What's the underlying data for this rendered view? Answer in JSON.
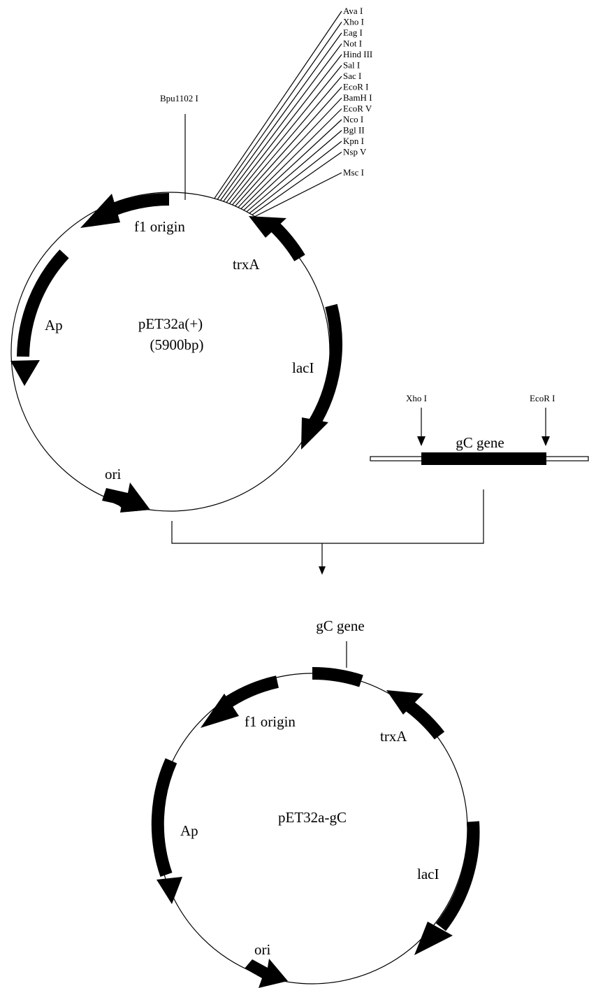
{
  "vector": {
    "name": "pET32a(+)",
    "size": "(5900bp)",
    "features": {
      "f1": "f1 origin",
      "trxA": "trxA",
      "Ap": "Ap",
      "lacI": "lacI",
      "ori": "ori"
    },
    "bpu_site": "Bpu1102 I",
    "mcs_sites": [
      "Ava I",
      "Xho I",
      "Eag I",
      "Not I",
      "Hind III",
      "Sal I",
      "Sac I",
      "EcoR I",
      "BamH I",
      "EcoR V",
      "Nco I",
      "Bgl II",
      "Kpn I",
      "Nsp V",
      "Msc I"
    ]
  },
  "insert": {
    "label": "gC gene",
    "left_site": "Xho I",
    "right_site": "EcoR I"
  },
  "product": {
    "name": "pET32a-gC",
    "insert_label": "gC gene",
    "features": {
      "f1": "f1 origin",
      "trxA": "trxA",
      "Ap": "Ap",
      "lacI": "lacI",
      "ori": "ori"
    }
  },
  "colors": {
    "ink": "#000000",
    "background": "#ffffff"
  }
}
